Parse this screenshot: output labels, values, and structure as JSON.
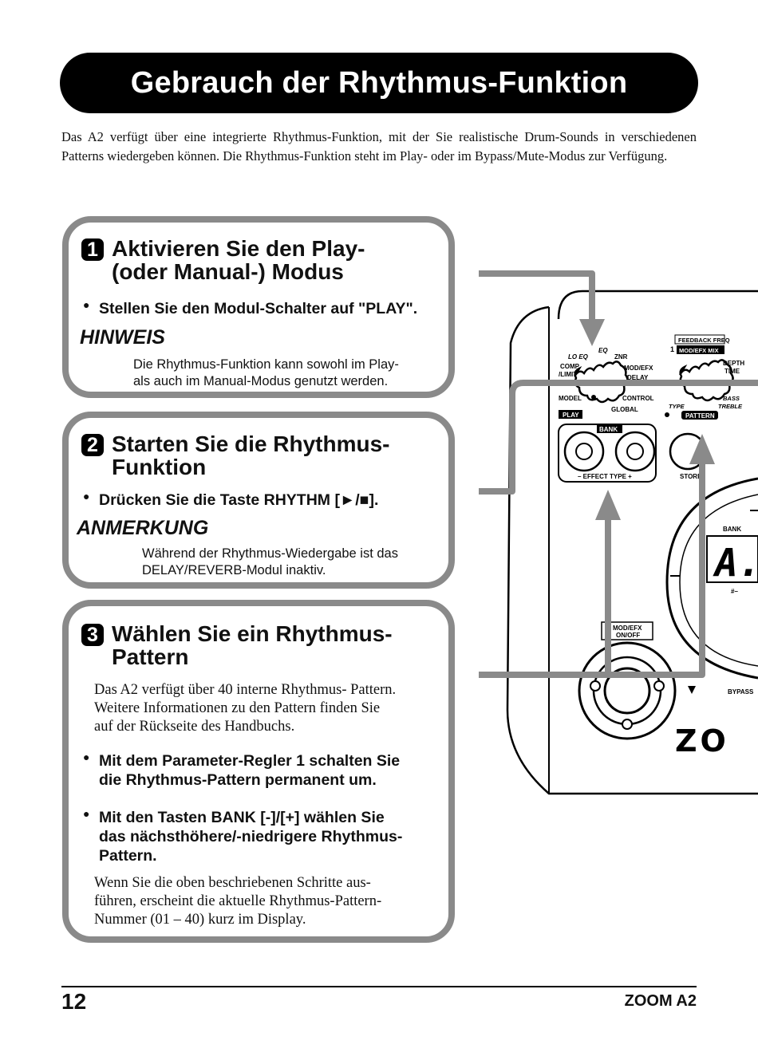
{
  "page_title": "Gebrauch der Rhythmus-Funktion",
  "intro": "Das A2 verfügt über eine integrierte Rhythmus-Funktion, mit der Sie realistische Drum-Sounds in verschiedenen Patterns wiedergeben können. Die Rhythmus-Funktion steht im Play- oder im Bypass/Mute-Modus zur Verfügung.",
  "steps": [
    {
      "number": "1",
      "title_line1": "Aktivieren Sie den Play-",
      "title_line2": "(oder Manual-) Modus",
      "bullet": "Stellen Sie den Modul-Schalter auf \"PLAY\".",
      "note_heading": "HINWEIS",
      "note_line1": "Die Rhythmus-Funktion kann sowohl im Play-",
      "note_line2": "als auch im Manual-Modus genutzt werden."
    },
    {
      "number": "2",
      "title_line1": "Starten Sie die Rhythmus-",
      "title_line2": "Funktion",
      "bullet": "Drücken Sie die Taste RHYTHM [►/■].",
      "note_heading": "ANMERKUNG",
      "note_line1": "Während der Rhythmus-Wiedergabe ist das",
      "note_line2": "DELAY/REVERB-Modul inaktiv."
    },
    {
      "number": "3",
      "title_line1": "Wählen Sie ein Rhythmus-",
      "title_line2": "Pattern",
      "body1_line1": "Das A2 verfügt über 40 interne Rhythmus- Pattern.",
      "body1_line2": "Weitere Informationen zu den Pattern finden Sie",
      "body1_line3": "auf der Rückseite des Handbuchs.",
      "bullet1_line1": "Mit dem Parameter-Regler 1 schalten Sie",
      "bullet1_line2": "die Rhythmus-Pattern permanent um.",
      "bullet2_line1": "Mit den Tasten BANK [-]/[+] wählen Sie",
      "bullet2_line2": "das nächsthöhere/-niedrigere Rhythmus-",
      "bullet2_line3": "Pattern.",
      "body2_line1": "Wenn Sie die oben beschriebenen Schritte aus-",
      "body2_line2": "führen, erscheint die aktuelle Rhythmus-Pattern-",
      "body2_line3": "Nummer (01 – 40) kurz im Display."
    }
  ],
  "device": {
    "lo_eq": "LO EQ",
    "eq": "EQ",
    "znr": "ZNR",
    "comp": "COMP",
    "limit": "/LIMIT",
    "mod_efx_label": "MOD/EFX",
    "delay": "DELAY",
    "model": "MODEL",
    "control": "CONTROL",
    "global": "GLOBAL",
    "play": "PLAY",
    "feedback_freq": "FEEDBACK FREQ",
    "knob_number": "1",
    "mod_efx_mix": "MOD/EFX MIX",
    "depth": "DEPTH",
    "time": "TIME",
    "type": "TYPE",
    "bass": "BASS",
    "treble": "TREBLE",
    "pattern": "PATTERN",
    "bank": "BANK",
    "effect_type": "–  EFFECT TYPE  +",
    "store": "STORE",
    "display_bank": "BANK",
    "display_char": "A.",
    "display_sub": "#–",
    "mod_efx_on": "MOD/EFX",
    "on_off": "ON/OFF",
    "bypass": "BYPASS",
    "logo": "ZO"
  },
  "footer": {
    "page_number": "12",
    "brand": "ZOOM A2"
  }
}
